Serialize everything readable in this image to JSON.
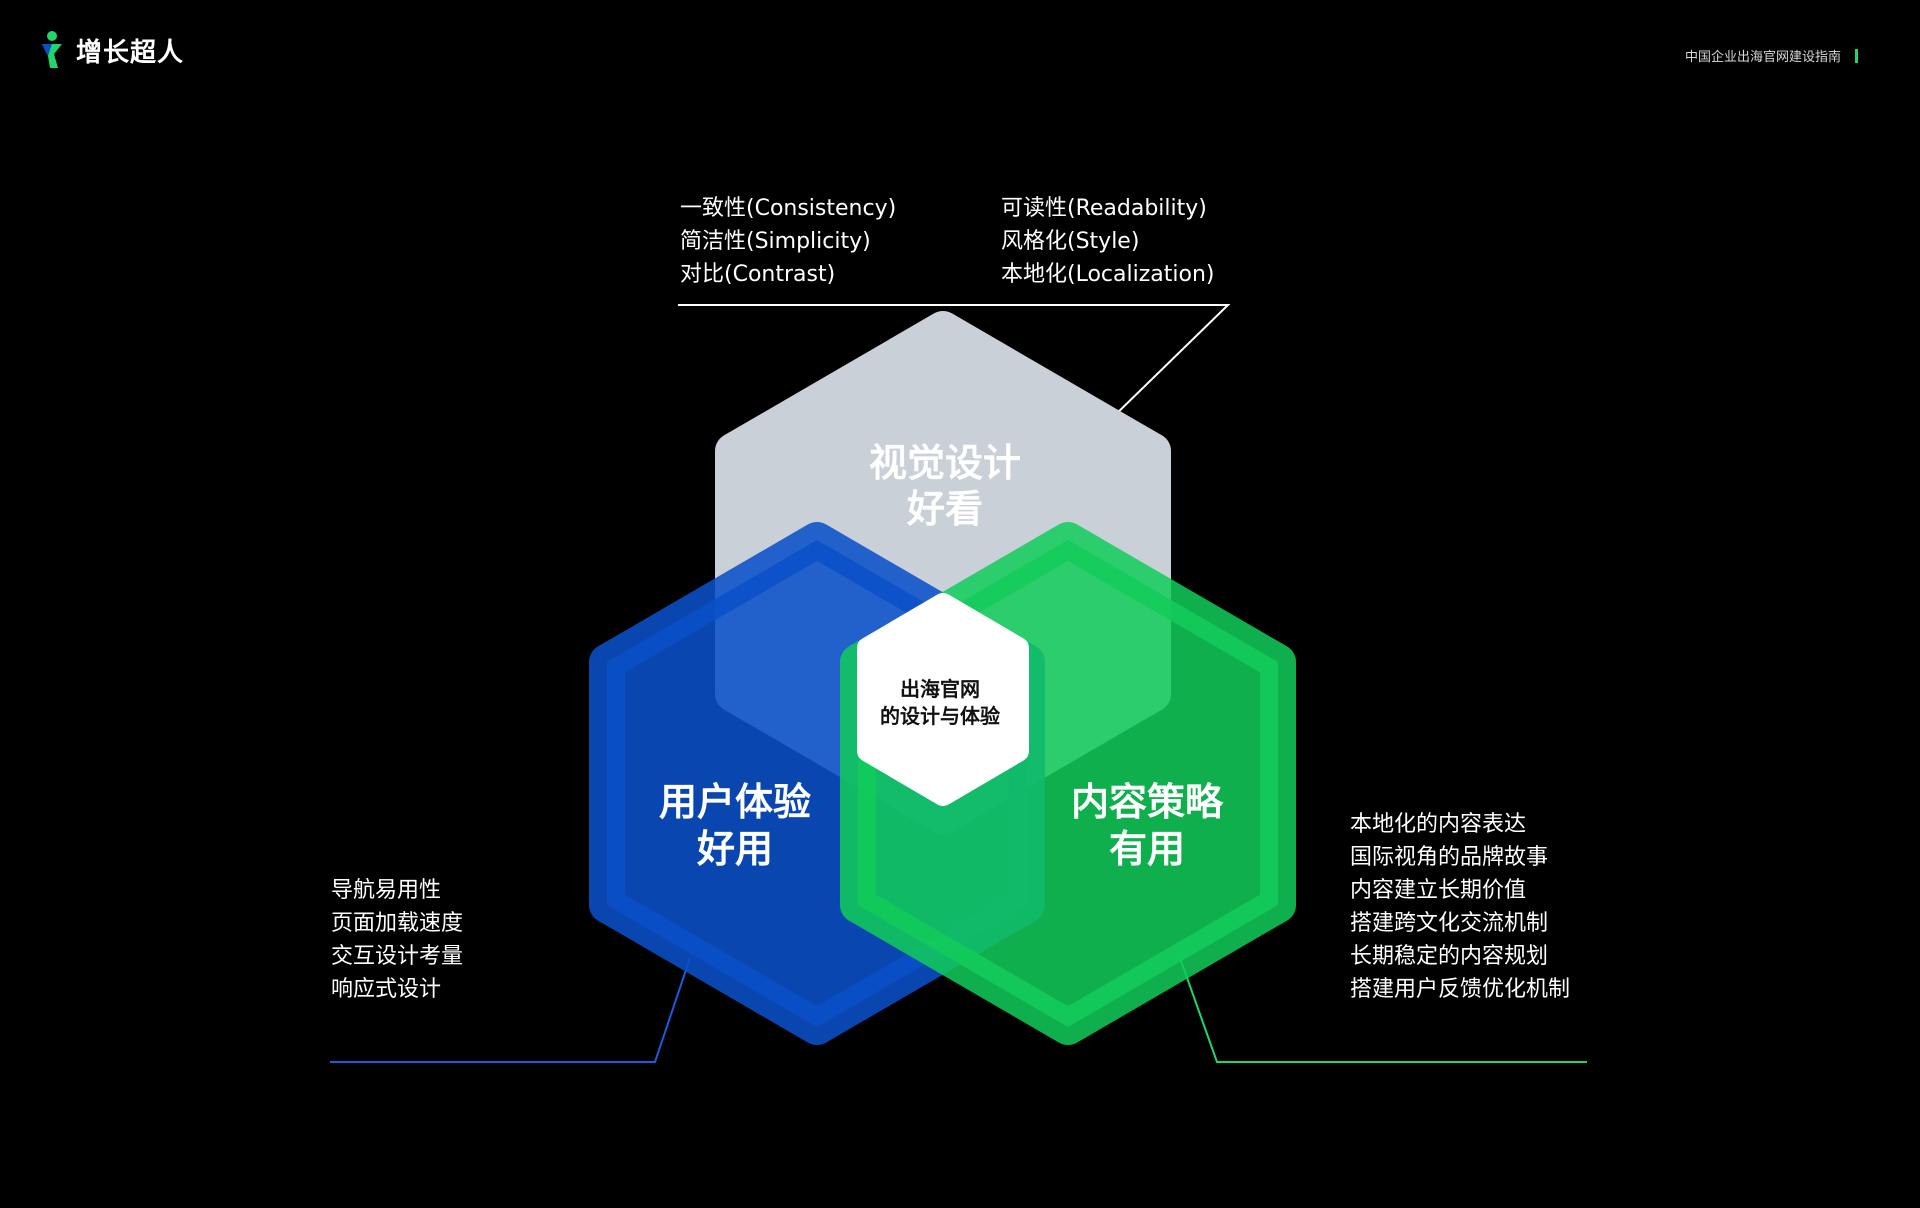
{
  "header": {
    "brand": "增长超人",
    "doc_title": "中国企业出海官网建设指南"
  },
  "colors": {
    "accent_green": "#1fd66a",
    "visual_hex": "#c9d0d8",
    "ux_hex": "#0a50c8",
    "content_hex": "#12cc5a",
    "center_hex": "#ffffff"
  },
  "diagram": {
    "center": {
      "line1": "出海官网",
      "line2": "的设计与体验"
    },
    "visual": {
      "title": "视觉设计",
      "subtitle": "好看",
      "features_left": [
        "一致性(Consistency)",
        "简洁性(Simplicity)",
        "对比(Contrast)"
      ],
      "features_right": [
        "可读性(Readability)",
        "风格化(Style)",
        "本地化(Localization)"
      ]
    },
    "ux": {
      "title": "用户体验",
      "subtitle": "好用",
      "features": [
        "导航易用性",
        "页面加载速度",
        "交互设计考量",
        "响应式设计"
      ]
    },
    "content": {
      "title": "内容策略",
      "subtitle": "有用",
      "features": [
        "本地化的内容表达",
        "国际视角的品牌故事",
        "内容建立长期价值",
        "搭建跨文化交流机制",
        "长期稳定的内容规划",
        "搭建用户反馈优化机制"
      ]
    }
  }
}
